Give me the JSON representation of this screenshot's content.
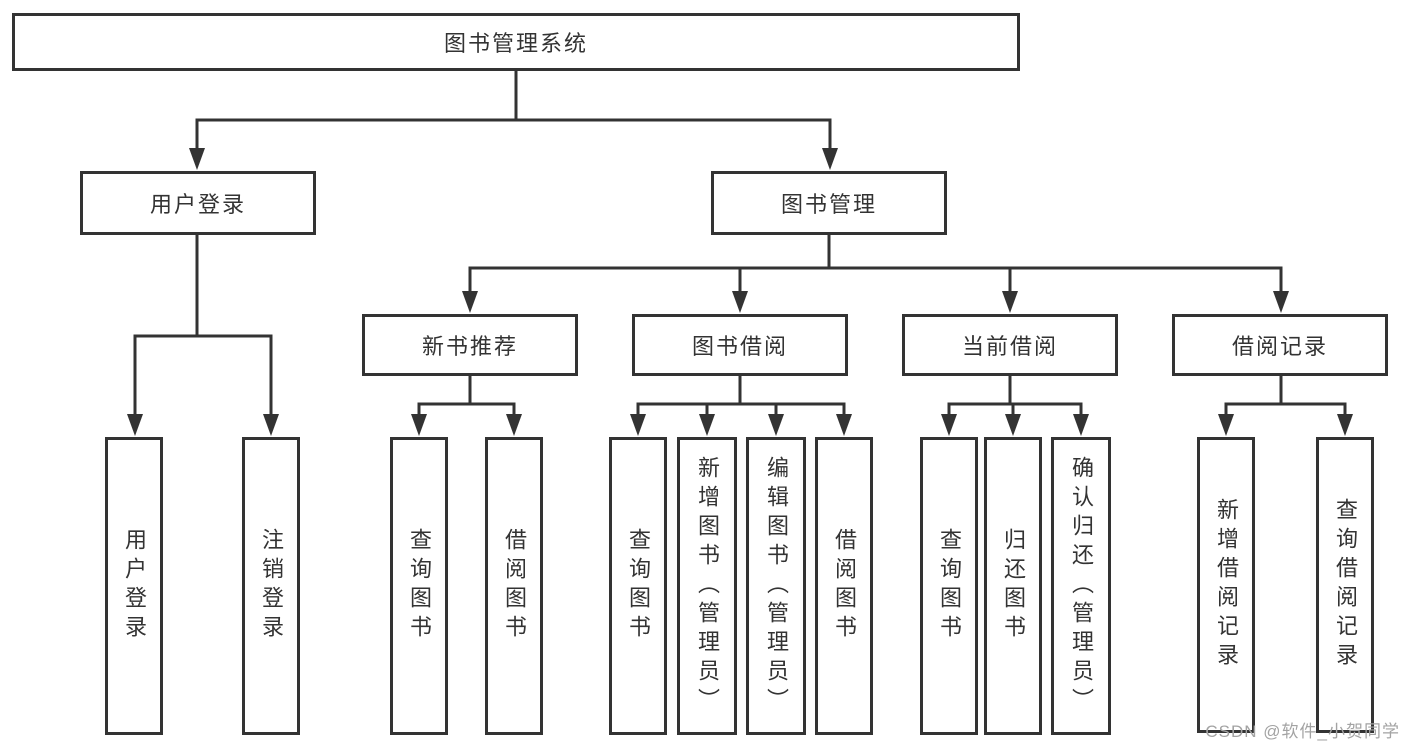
{
  "diagram": {
    "root": {
      "label": "图书管理系统"
    },
    "level2": [
      {
        "label": "用户登录"
      },
      {
        "label": "图书管理"
      }
    ],
    "level3": [
      {
        "label": "新书推荐",
        "parent": "图书管理"
      },
      {
        "label": "图书借阅",
        "parent": "图书管理"
      },
      {
        "label": "当前借阅",
        "parent": "图书管理"
      },
      {
        "label": "借阅记录",
        "parent": "图书管理"
      }
    ],
    "leaves": [
      {
        "label": "用户登录",
        "parent": "用户登录"
      },
      {
        "label": "注销登录",
        "parent": "用户登录"
      },
      {
        "label": "查询图书",
        "parent": "新书推荐"
      },
      {
        "label": "借阅图书",
        "parent": "新书推荐"
      },
      {
        "label": "查询图书",
        "parent": "图书借阅"
      },
      {
        "label": "新增图书（管理员）",
        "parent": "图书借阅"
      },
      {
        "label": "编辑图书（管理员）",
        "parent": "图书借阅"
      },
      {
        "label": "借阅图书",
        "parent": "图书借阅"
      },
      {
        "label": "查询图书",
        "parent": "当前借阅"
      },
      {
        "label": "归还图书",
        "parent": "当前借阅"
      },
      {
        "label": "确认归还（管理员）",
        "parent": "当前借阅"
      },
      {
        "label": "新增借阅记录",
        "parent": "借阅记录"
      },
      {
        "label": "查询借阅记录",
        "parent": "借阅记录"
      }
    ],
    "colors": {
      "line": "#333333",
      "box_border": "#333333",
      "text": "#333333",
      "background": "#ffffff",
      "watermark": "#a3a3a3"
    }
  },
  "watermark": {
    "text": "CSDN @软件_小贺同学"
  }
}
